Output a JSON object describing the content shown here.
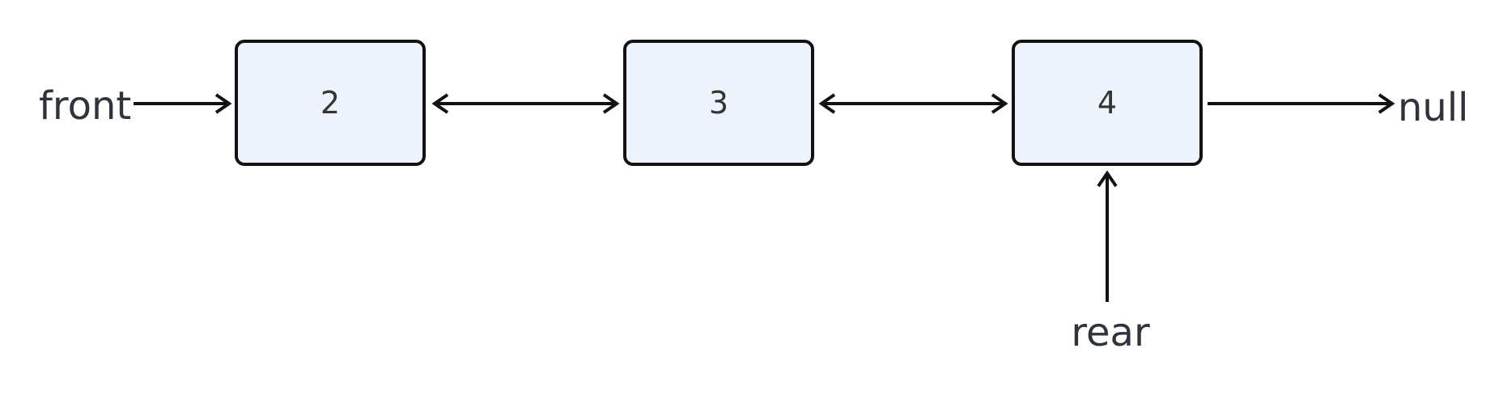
{
  "diagram": {
    "type": "doubly-linked-list",
    "front_label": "front",
    "null_label": "null",
    "rear_label": "rear",
    "nodes": [
      {
        "value": "2"
      },
      {
        "value": "3"
      },
      {
        "value": "4"
      }
    ],
    "colors": {
      "background": "#ffffff",
      "node_fill": "#eef2fb",
      "node_border": "#121212",
      "arrow": "#121212",
      "node_text": "#333333",
      "label_text": "#2f333c"
    }
  }
}
